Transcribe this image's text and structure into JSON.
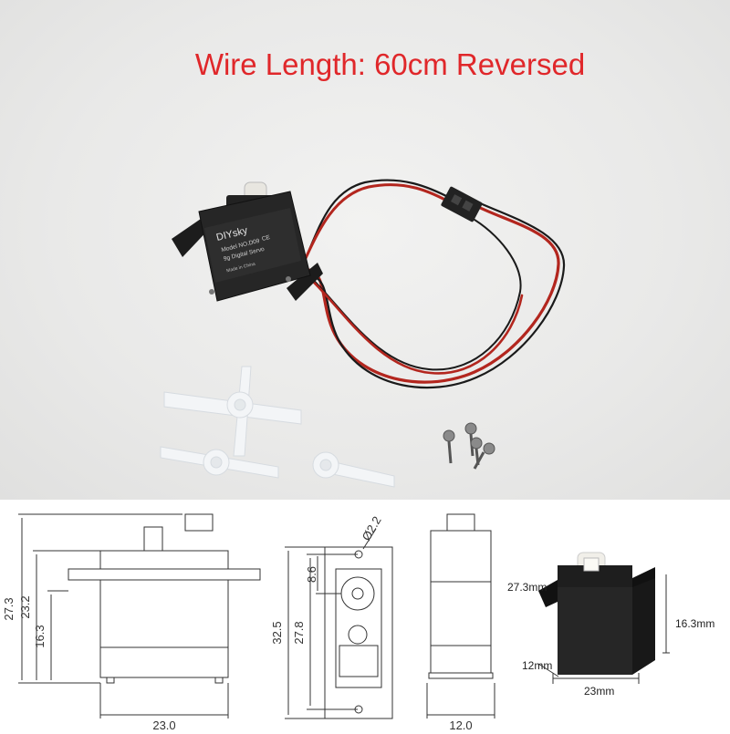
{
  "headline": "Wire Length: 60cm Reversed",
  "servo_label": {
    "brand": "DIYsky",
    "model": "Model NO.D09",
    "type": "9g Digital Servo",
    "origin": "Made in China",
    "mark": "CE"
  },
  "drawing": {
    "front": {
      "total_height": "27.3",
      "body_height": "23.2",
      "tab_height": "16.3",
      "width": "23.0"
    },
    "top": {
      "hole": "Ø2.2",
      "tab_offset": "8.6",
      "overall": "32.5",
      "hole_spacing": "27.8"
    },
    "side": {
      "depth": "12.0"
    }
  },
  "photo_dims": {
    "height": "27.3mm",
    "tab": "16.3mm",
    "depth": "12mm",
    "width": "23mm"
  }
}
